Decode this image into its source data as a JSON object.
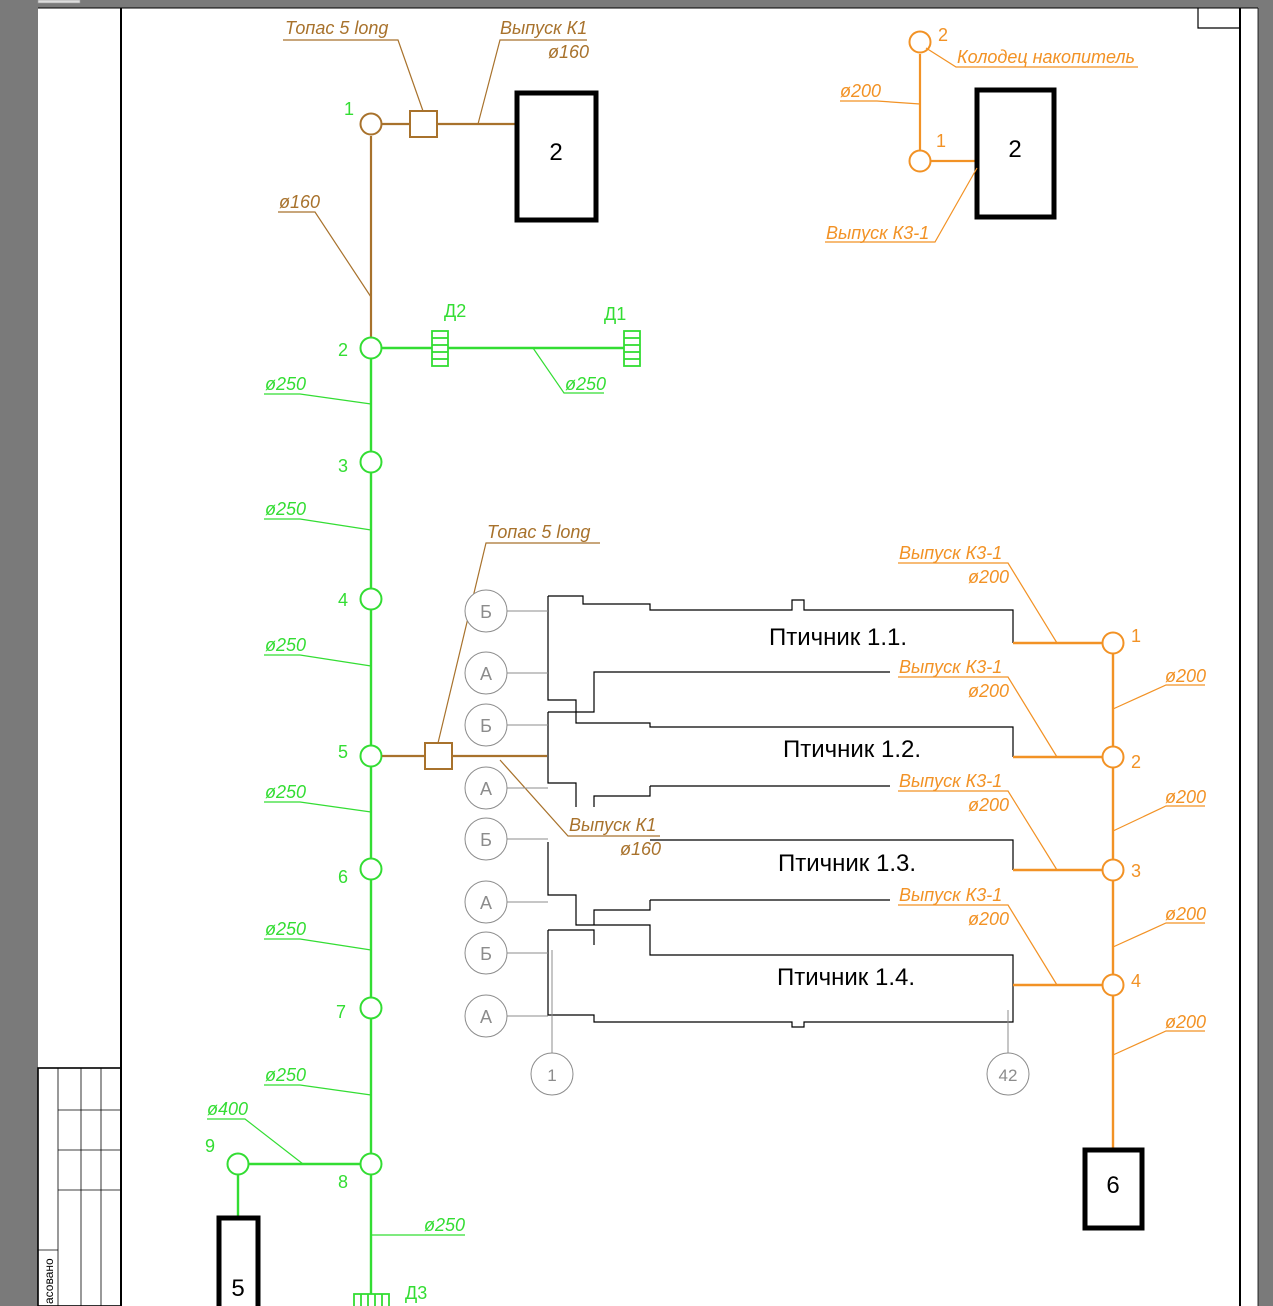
{
  "colors": {
    "green": "#33dd33",
    "brown": "#a8722c",
    "orange": "#f29225",
    "black": "#000000",
    "grey": "#8c8c8c",
    "background": "#7a7a7a",
    "paper": "#ffffff"
  },
  "top_left": {
    "septic_label": "Топас 5 long",
    "outlet_label": "Выпуск К1",
    "outlet_diameter": "ø160",
    "node_1": "1",
    "riser_diameter": "ø160",
    "building_number": "2"
  },
  "top_right": {
    "node_2": "2",
    "node_1": "1",
    "well_label": "Колодец накопитель",
    "pipe_diameter": "ø200",
    "outlet_label": "Выпуск К3-1",
    "building_number": "2"
  },
  "green_line": {
    "nodes": [
      "2",
      "3",
      "4",
      "5",
      "6",
      "7",
      "8",
      "9"
    ],
    "segment_diameters": [
      "ø250",
      "ø250",
      "ø250",
      "ø250",
      "ø250",
      "ø250",
      "ø250"
    ],
    "branch_diameter": "ø250",
    "drain_d1": "Д1",
    "drain_d2": "Д2",
    "drain_d3": "Д3",
    "bottom_diameter": "ø250",
    "branch_9_diameter": "ø400",
    "building_number": "5"
  },
  "middle": {
    "septic_label": "Топас 5 long",
    "outlet_label": "Выпуск К1",
    "outlet_diameter": "ø160"
  },
  "houses": [
    {
      "name": "Птичник 1.1.",
      "outlet": "Выпуск К3-1",
      "diameter": "ø200"
    },
    {
      "name": "Птичник 1.2.",
      "outlet": "Выпуск К3-1",
      "diameter": "ø200"
    },
    {
      "name": "Птичник 1.3.",
      "outlet": "Выпуск К3-1",
      "diameter": "ø200"
    },
    {
      "name": "Птичник 1.4.",
      "outlet": "Выпуск К3-1",
      "diameter": "ø200"
    }
  ],
  "axes": {
    "rows": [
      "Б",
      "А",
      "Б",
      "А",
      "Б",
      "А",
      "Б",
      "А"
    ],
    "col_start": "1",
    "col_end": "42"
  },
  "right_line": {
    "nodes": [
      "1",
      "2",
      "3",
      "4"
    ],
    "diameters": [
      "ø200",
      "ø200",
      "ø200",
      "ø200"
    ],
    "building_number": "6"
  },
  "title_block": {
    "stamp_text": "асовано"
  }
}
